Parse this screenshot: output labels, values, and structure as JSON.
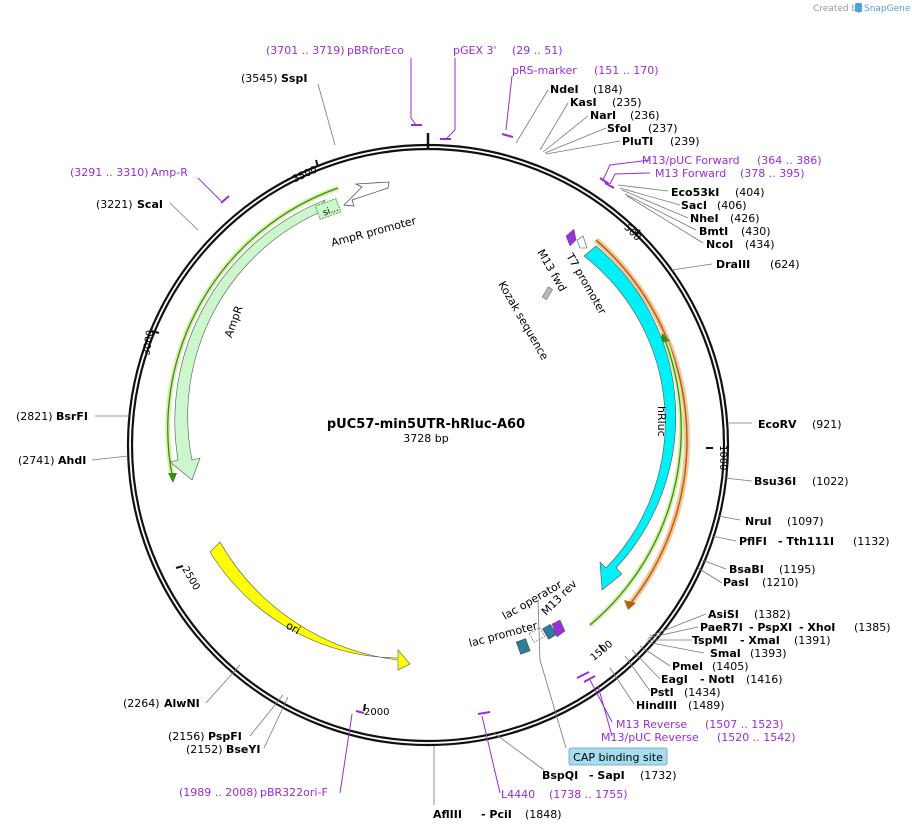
{
  "watermark": {
    "created_by": "Created by",
    "brand": "SnapGene"
  },
  "plasmid": {
    "name": "pUC57-min5UTR-hRluc-A60",
    "length": "3728 bp"
  },
  "ticks": [
    "500",
    "1000",
    "1500",
    "2000",
    "2500",
    "3000",
    "3500"
  ],
  "features": {
    "hRluc": "hRluc",
    "AmpR": "AmpR",
    "AmpR_promoter": "AmpR promoter",
    "ori": "ori",
    "si": "si...",
    "T7_promoter": "T7 promoter",
    "M13_fwd": "M13 fwd",
    "Kozak": "Kozak sequence",
    "lac_operator": "lac operator",
    "lac_promoter": "lac promoter",
    "M13_rev": "M13 rev",
    "CAP": "CAP binding site"
  },
  "primers": {
    "pBRforEco": {
      "range": "(3701 .. 3719)",
      "name": "pBRforEco"
    },
    "pGEX3": {
      "name": "pGEX 3'",
      "range": "(29 .. 51)"
    },
    "pRS": {
      "name": "pRS-marker",
      "range": "(151 .. 170)"
    },
    "AmpR_primer": {
      "range": "(3291 .. 3310)",
      "name": "Amp-R"
    },
    "M13pUCF": {
      "name": "M13/pUC Forward",
      "range": "(364 .. 386)"
    },
    "M13F": {
      "name": "M13 Forward",
      "range": "(378 .. 395)"
    },
    "M13R": {
      "name": "M13 Reverse",
      "range": "(1507 .. 1523)"
    },
    "M13pUCR": {
      "name": "M13/pUC Reverse",
      "range": "(1520 .. 1542)"
    },
    "L4440": {
      "name": "L4440",
      "range": "(1738 .. 1755)"
    },
    "pBR322": {
      "range": "(1989 .. 2008)",
      "name": "pBR322ori-F"
    }
  },
  "sites": {
    "SspI": {
      "name": "SspI",
      "pos": "(3545)"
    },
    "NdeI": {
      "name": "NdeI",
      "pos": "(184)"
    },
    "KasI": {
      "name": "KasI",
      "pos": "(235)"
    },
    "NarI": {
      "name": "NarI",
      "pos": "(236)"
    },
    "SfoI": {
      "name": "SfoI",
      "pos": "(237)"
    },
    "PluTI": {
      "name": "PluTI",
      "pos": "(239)"
    },
    "Eco53kI": {
      "name": "Eco53kI",
      "pos": "(404)"
    },
    "SacI": {
      "name": "SacI",
      "pos": "(406)"
    },
    "NheI": {
      "name": "NheI",
      "pos": "(426)"
    },
    "BmtI": {
      "name": "BmtI",
      "pos": "(430)"
    },
    "NcoI": {
      "name": "NcoI",
      "pos": "(434)"
    },
    "DraIII": {
      "name": "DraIII",
      "pos": "(624)"
    },
    "ScaI": {
      "name": "ScaI",
      "pos": "(3221)"
    },
    "EcoRV": {
      "name": "EcoRV",
      "pos": "(921)"
    },
    "BsrFI": {
      "name": "BsrFI",
      "pos": "(2821)"
    },
    "AhdI": {
      "name": "AhdI",
      "pos": "(2741)"
    },
    "Bsu36I": {
      "name": "Bsu36I",
      "pos": "(1022)"
    },
    "NruI": {
      "name": "NruI",
      "pos": "(1097)"
    },
    "PflFI": {
      "name": "PflFI",
      "name2": "- Tth111I",
      "pos": "(1132)"
    },
    "BsaBI": {
      "name": "BsaBI",
      "pos": "(1195)"
    },
    "PasI": {
      "name": "PasI",
      "pos": "(1210)"
    },
    "AsiSI": {
      "name": "AsiSI",
      "pos": "(1382)"
    },
    "PaeR7I": {
      "name": "PaeR7I",
      "name2": "- PspXI",
      "name3": "- XhoI",
      "pos": "(1385)"
    },
    "TspMI": {
      "name": "TspMI",
      "name2": "- XmaI",
      "pos": "(1391)"
    },
    "SmaI": {
      "name": "SmaI",
      "pos": "(1393)"
    },
    "PmeI": {
      "name": "PmeI",
      "pos": "(1405)"
    },
    "EagI": {
      "name": "EagI",
      "name2": "- NotI",
      "pos": "(1416)"
    },
    "PstI": {
      "name": "PstI",
      "pos": "(1434)"
    },
    "HindIII": {
      "name": "HindIII",
      "pos": "(1489)"
    },
    "AlwNI": {
      "name": "AlwNI",
      "pos": "(2264)"
    },
    "PspFI": {
      "name": "PspFI",
      "pos": "(2156)"
    },
    "BseYI": {
      "name": "BseYI",
      "pos": "(2152)"
    },
    "BspQI": {
      "name": "BspQI",
      "name2": "- SapI",
      "pos": "(1732)"
    },
    "AflIII": {
      "name": "AflIII",
      "name2": "- PciI",
      "pos": "(1848)"
    }
  }
}
